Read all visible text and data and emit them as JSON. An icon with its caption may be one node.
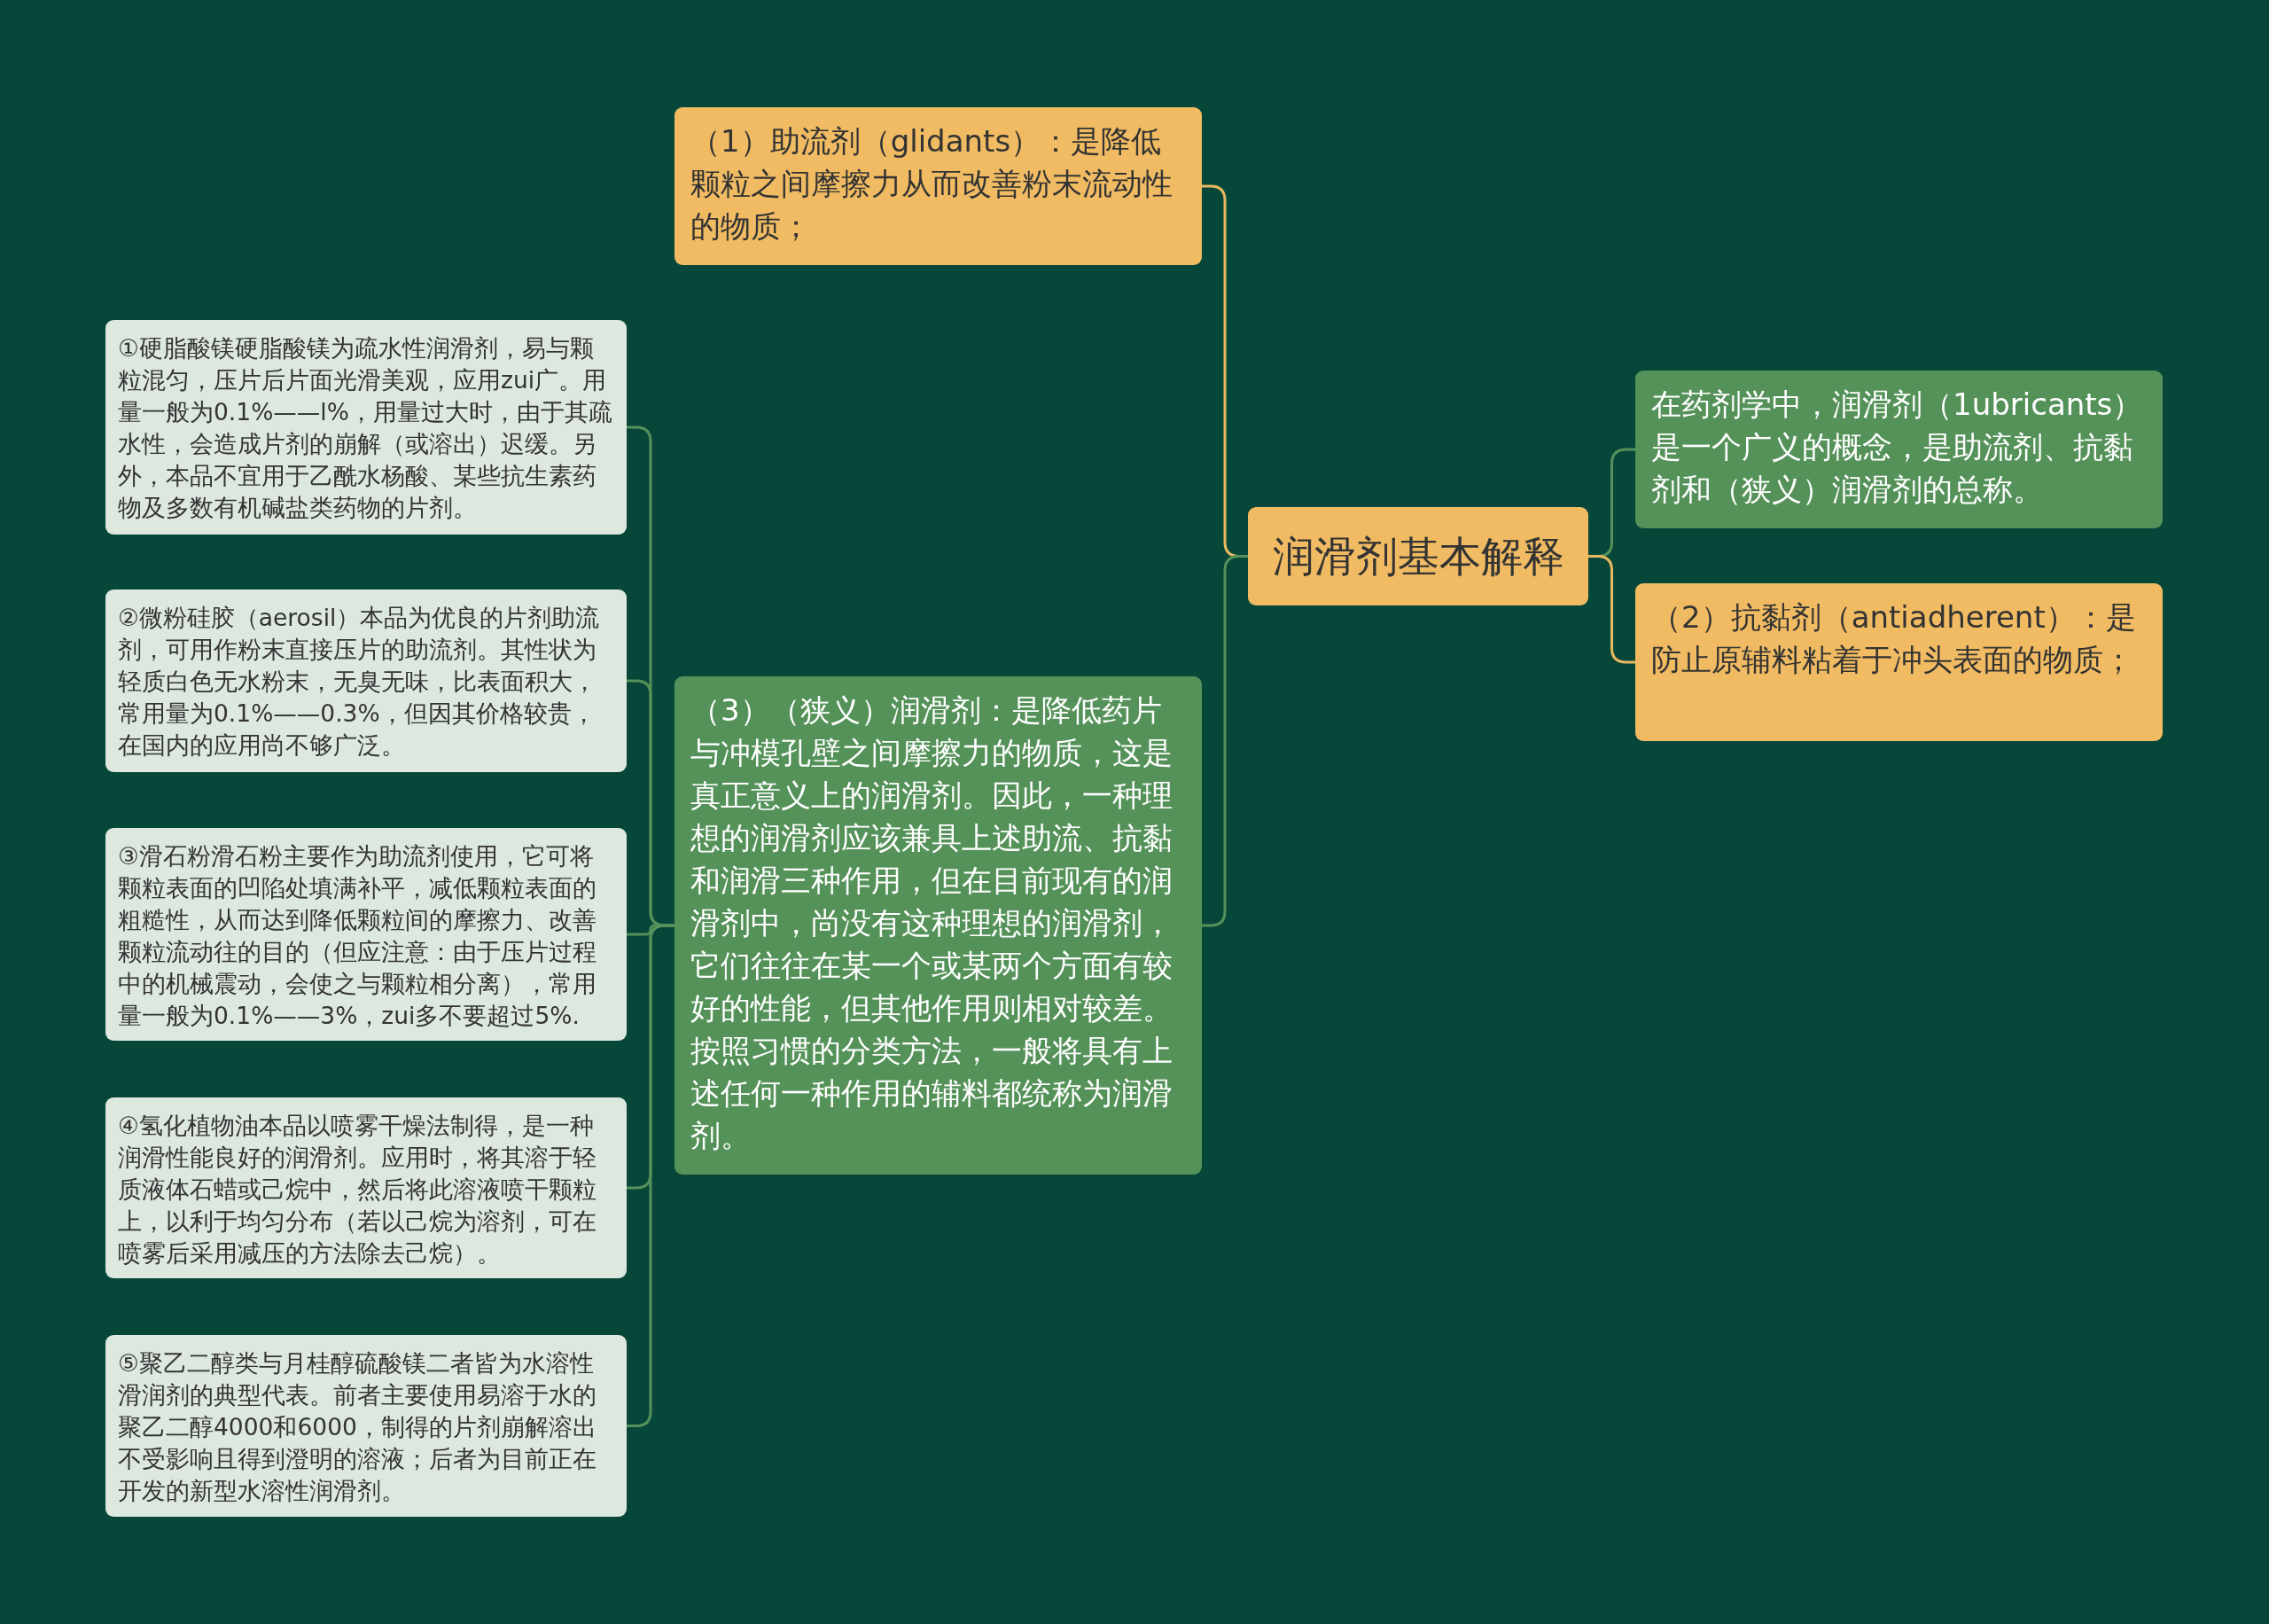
{
  "diagram": {
    "nodes": [
      {
        "text": [
          "润滑剂基本解释"
        ]
      },
      {
        "text": [
          "（1）助流剂（glidants）：是降低颗粒之间摩擦力从而改善粉末流动性的物质；"
        ]
      },
      {
        "text": [
          "（3）（狭义）润滑剂：是降低药片与冲模孔壁之间摩擦力的物质，这是真正意义上的润滑剂。因此，一种理想的润滑剂应该兼具上述助流、抗黏和润滑三种作用，但在目前现有的润滑剂中，尚没有这种理想的润滑剂，它们往往在某一个或某两个方面有较好的性能，但其他作用则相对较差。按照习惯的分类方法，一般将具有上述任何一种作用的辅料都统称为润滑剂。"
        ]
      },
      {
        "text": [
          "①硬脂酸镁硬脂酸镁为疏水性润滑剂，易与颗粒混匀，压片后片面光滑美观，应用zui广。用量一般为0.1%——l%，用量过大时，由于其疏水性，会造成片剂的崩解（或溶出）迟缓。另外，本品不宜用于乙酰水杨酸、某些抗生素药物及多数有机碱盐类药物的片剂。"
        ]
      },
      {
        "text": [
          "②微粉硅胶（aerosil）本品为优良的片剂助流剂，可用作粉末直接压片的助流剂。其性状为轻质白色无水粉末，无臭无味，比表面积大，常用量为0.1%——0.3%，但因其价格较贵，在国内的应用尚不够广泛。"
        ]
      },
      {
        "text": [
          "③滑石粉滑石粉主要作为助流剂使用，它可将颗粒表面的凹陷处填满补平，减低颗粒表面的粗糙性，从而达到降低颗粒间的摩擦力、改善颗粒流动往的目的（但应注意：由于压片过程中的机械震动，会使之与颗粒相分离），常用量一般为0.1%——3%，zui多不要超过5%."
        ]
      },
      {
        "text": [
          "④氢化植物油本品以喷雾干燥法制得，是一种润滑性能良好的润滑剂。应用时，将其溶于轻质液体石蜡或己烷中，然后将此溶液喷干颗粒上，以利于均匀分布（若以己烷为溶剂，可在喷雾后采用减压的方法除去己烷）。"
        ]
      },
      {
        "text": [
          "⑤聚乙二醇类与月桂醇硫酸镁二者皆为水溶性滑润剂的典型代表。前者主要使用易溶于水的聚乙二醇4000和6000，制得的片剂崩解溶出不受影响且得到澄明的溶液；后者为目前正在开发的新型水溶性润滑剂。"
        ]
      },
      {
        "text": [
          "在药剂学中，润滑剂（1ubricants）是一个广义的概念，是助流剂、抗黏剂和（狭义）润滑剂的总称。"
        ]
      },
      {
        "text": [
          "（2）抗黏剂（antiadherent）：是防止原辅料粘着于冲头表面的物质；"
        ]
      }
    ],
    "edges": [
      {
        "from": 0,
        "to": 1,
        "arrow": "none",
        "color": "#e9b95f"
      },
      {
        "from": 0,
        "to": 2,
        "arrow": "none"
      },
      {
        "from": 2,
        "to": 3,
        "arrow": "none"
      },
      {
        "from": 2,
        "to": 4,
        "arrow": "none"
      },
      {
        "from": 2,
        "to": 5,
        "arrow": "none"
      },
      {
        "from": 2,
        "to": 6,
        "arrow": "none"
      },
      {
        "from": 2,
        "to": 7,
        "arrow": "none"
      },
      {
        "from": 0,
        "to": 8,
        "arrow": "none"
      },
      {
        "from": 0,
        "to": 9,
        "arrow": "none",
        "color": "#e9b95f"
      }
    ]
  }
}
